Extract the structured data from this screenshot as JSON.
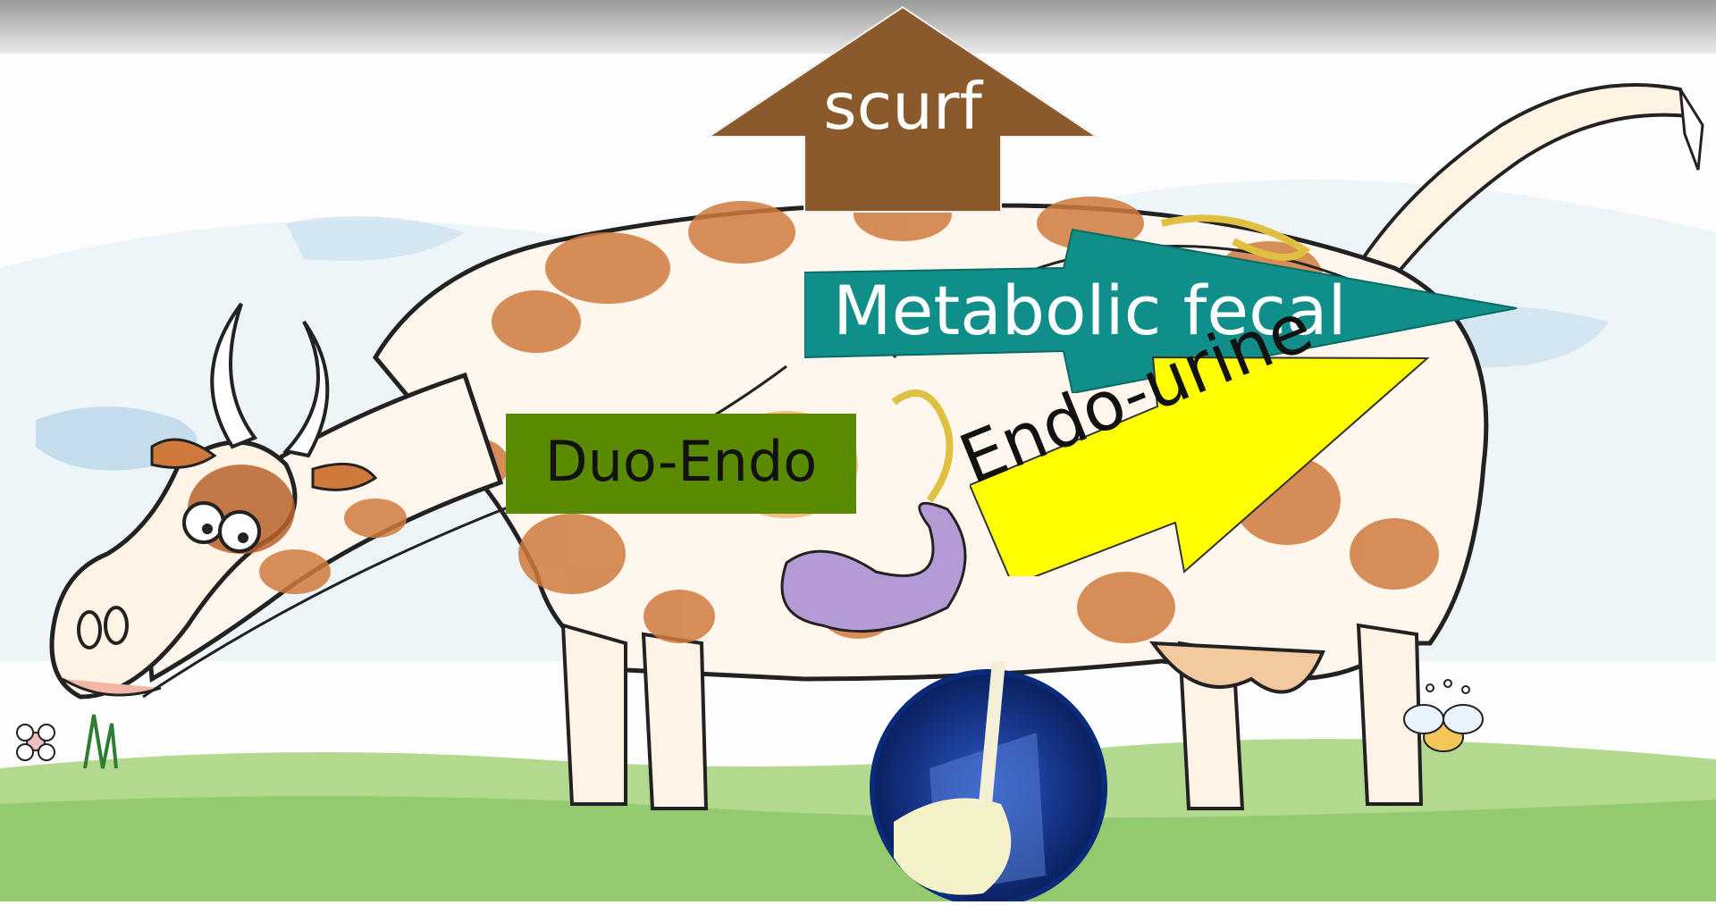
{
  "diagram": {
    "labels": {
      "scurf": "scurf",
      "metabolic_fecal": "Metabolic fecal",
      "endo_urine": "Endo-urine",
      "duo_endo": "Duo-Endo"
    },
    "colors": {
      "scurf_arrow": "#8b5a2b",
      "metabolic_arrow": "#108f8a",
      "urine_arrow": "#ffff00",
      "duo_box": "#5a8a00",
      "cow_patch": "#cf7a3c",
      "stomach": "#b49bd6",
      "milk_circle": "#103a9a"
    },
    "icons": [
      "cow-illustration",
      "milk-glass-icon",
      "flower-icon",
      "bee-icon"
    ]
  }
}
